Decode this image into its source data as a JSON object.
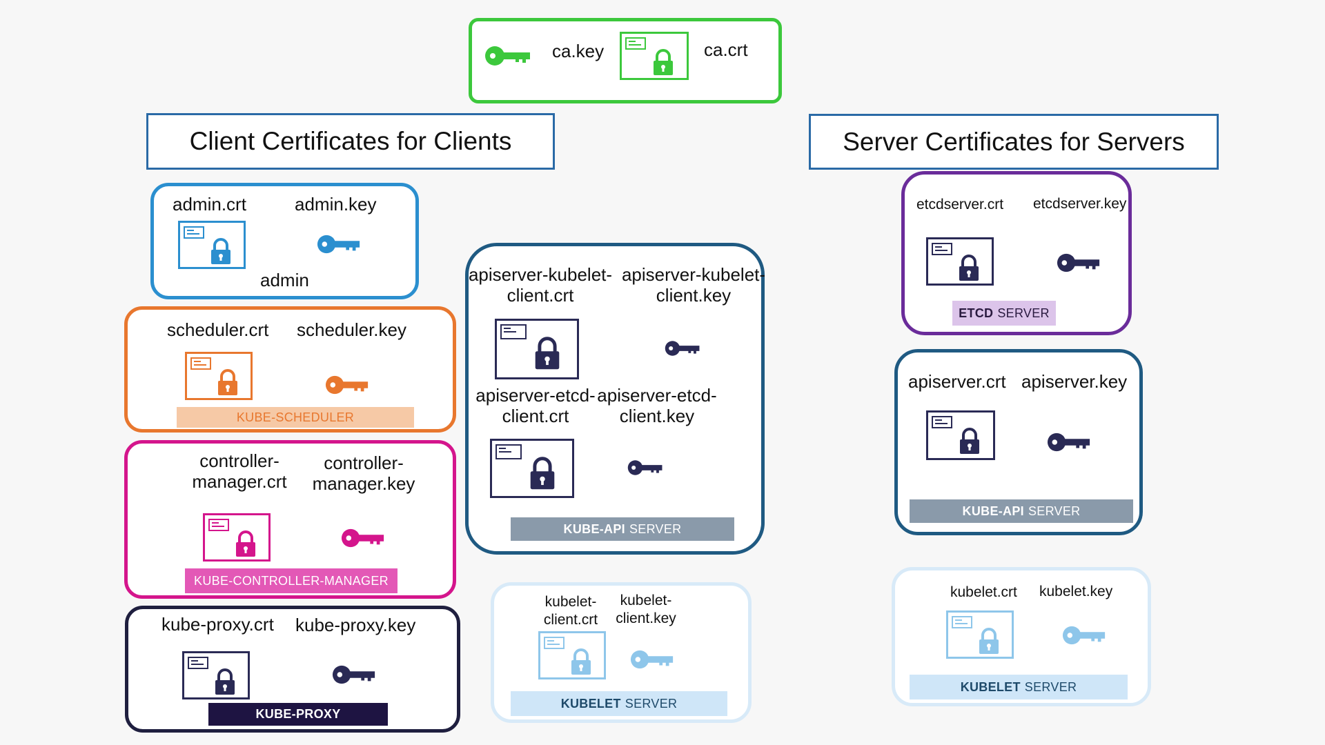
{
  "ca": {
    "key_label": "ca.key",
    "crt_label": "ca.crt",
    "color": "#3cc83c"
  },
  "headers": {
    "client": "Client Certificates for Clients",
    "server": "Server Certificates for Servers"
  },
  "admin": {
    "crt": "admin.crt",
    "key": "admin.key",
    "name": "admin",
    "color": "#2b8fcf"
  },
  "scheduler": {
    "crt": "scheduler.crt",
    "key": "scheduler.key",
    "banner": "KUBE-SCHEDULER",
    "color": "#e8772e",
    "banner_bg": "#f6c9a6"
  },
  "controller": {
    "crt": "controller-\nmanager.crt",
    "key": "controller-\nmanager.key",
    "banner": "KUBE-CONTROLLER-MANAGER",
    "color": "#d4158c",
    "banner_bg": "#e358b6"
  },
  "proxy": {
    "crt": "kube-proxy.crt",
    "key": "kube-proxy.key",
    "banner": "KUBE-PROXY",
    "color": "#1f1f3f",
    "banner_bg": "#1e1442"
  },
  "apiserver_clients": {
    "kubelet_crt": "apiserver-kubelet-\nclient.crt",
    "kubelet_key": "apiserver-kubelet-\nclient.key",
    "etcd_crt": "apiserver-etcd-\nclient.crt",
    "etcd_key": "apiserver-etcd-\nclient.key",
    "banner_bold": "KUBE-API",
    "banner_rest": "SERVER",
    "color": "#1f5a82",
    "banner_bg": "#8a9aaa"
  },
  "kubelet_client": {
    "crt": "kubelet-\nclient.crt",
    "key": "kubelet-\nclient.key",
    "banner_bold": "KUBELET",
    "banner_rest": "SERVER",
    "color": "#9ccbee",
    "banner_bg": "#cfe6f8"
  },
  "etcd_server": {
    "crt": "etcdserver.crt",
    "key": "etcdserver.key",
    "banner_bold": "ETCD",
    "banner_rest": "SERVER",
    "color": "#6a2c9a",
    "banner_bg": "#dcc4ea"
  },
  "apiserver_server": {
    "crt": "apiserver.crt",
    "key": "apiserver.key",
    "banner_bold": "KUBE-API",
    "banner_rest": "SERVER",
    "color": "#1f5a82",
    "banner_bg": "#8a9aaa"
  },
  "kubelet_server": {
    "crt": "kubelet.crt",
    "key": "kubelet.key",
    "banner_bold": "KUBELET",
    "banner_rest": "SERVER",
    "color": "#9ccbee",
    "banner_bg": "#cfe6f8"
  },
  "icon_colors": {
    "navy": "#2a2a55",
    "light_blue": "#8ec6ea"
  }
}
